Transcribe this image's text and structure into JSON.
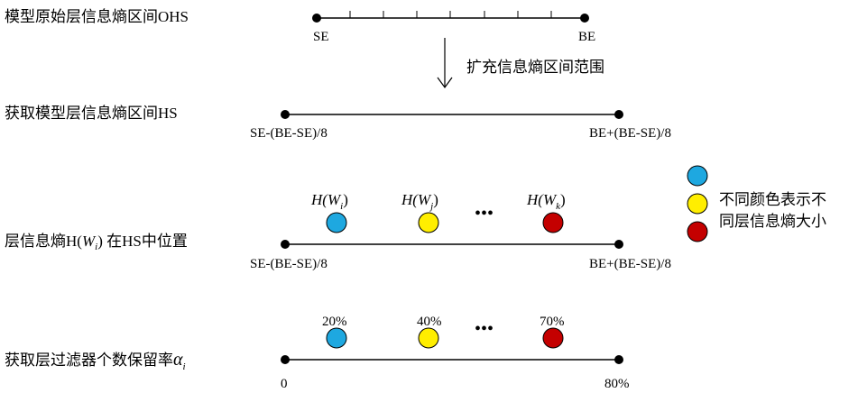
{
  "rows": {
    "ohs": {
      "label": "模型原始层信息熵区间OHS",
      "left": "SE",
      "right": "BE"
    },
    "arrow_text": "扩充信息熵区间范围",
    "hs": {
      "label": "获取模型层信息熵区间HS",
      "left": "SE-(BE-SE)/8",
      "right": "BE+(BE-SE)/8"
    },
    "position": {
      "label_prefix": "层信息熵",
      "label_fn": "H(",
      "label_var": "W",
      "label_sub": "i",
      "label_close": ")",
      "label_suffix": " 在HS中位置",
      "left": "SE-(BE-SE)/8",
      "right": "BE+(BE-SE)/8",
      "points": [
        {
          "fn": "H(",
          "var": "W",
          "sub": "i",
          "close": ")",
          "color": "#1ea8e0"
        },
        {
          "fn": "H(",
          "var": "W",
          "sub": "j",
          "close": ")",
          "color": "#ffee00"
        },
        {
          "fn": "H(",
          "var": "W",
          "sub": "k",
          "close": ")",
          "color": "#c40000"
        }
      ],
      "ellipsis": "•••"
    },
    "rate": {
      "label_main": "获取层过滤器个数保留率",
      "label_var": "α",
      "label_sub": "i",
      "left": "0",
      "right": "80%",
      "points": [
        {
          "value": "20%",
          "color": "#1ea8e0"
        },
        {
          "value": "40%",
          "color": "#ffee00"
        },
        {
          "value": "70%",
          "color": "#c40000"
        }
      ],
      "ellipsis": "•••"
    }
  },
  "legend": {
    "line1": "不同颜色表示不",
    "line2": "同层信息熵大小",
    "colors": [
      "#1ea8e0",
      "#ffee00",
      "#c40000"
    ]
  }
}
